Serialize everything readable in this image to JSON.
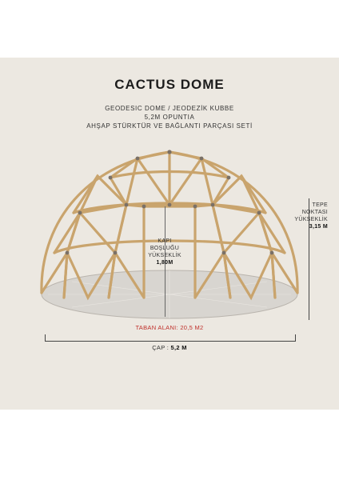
{
  "header": {
    "title": "CACTUS DOME",
    "subtitle_line1": "GEODESIC DOME / JEODEZİK KUBBE",
    "subtitle_line2": "5,2M OPUNTIA",
    "subtitle_line3": "AHŞAP STÜRKTÜR VE BAĞLANTI PARÇASI SETİ"
  },
  "labels": {
    "height_line1": "TEPE",
    "height_line2": "NOKTASI",
    "height_line3": "YÜKSEKLİK",
    "height_value": "3,15 M",
    "door_line1": "KAPI",
    "door_line2": "BOŞLUĞU",
    "door_line3": "YÜKSEKLİK",
    "door_value": "1,80M",
    "base_area": "TABAN ALANI: 20,5 M2",
    "diameter_label": "ÇAP : ",
    "diameter_value": "5,2 M"
  },
  "colors": {
    "background": "#ece8e1",
    "wood": "#c9a46d",
    "wood_dark": "#9c7a47",
    "accent_red": "#c0302b",
    "floor": "#d8d5d0"
  }
}
